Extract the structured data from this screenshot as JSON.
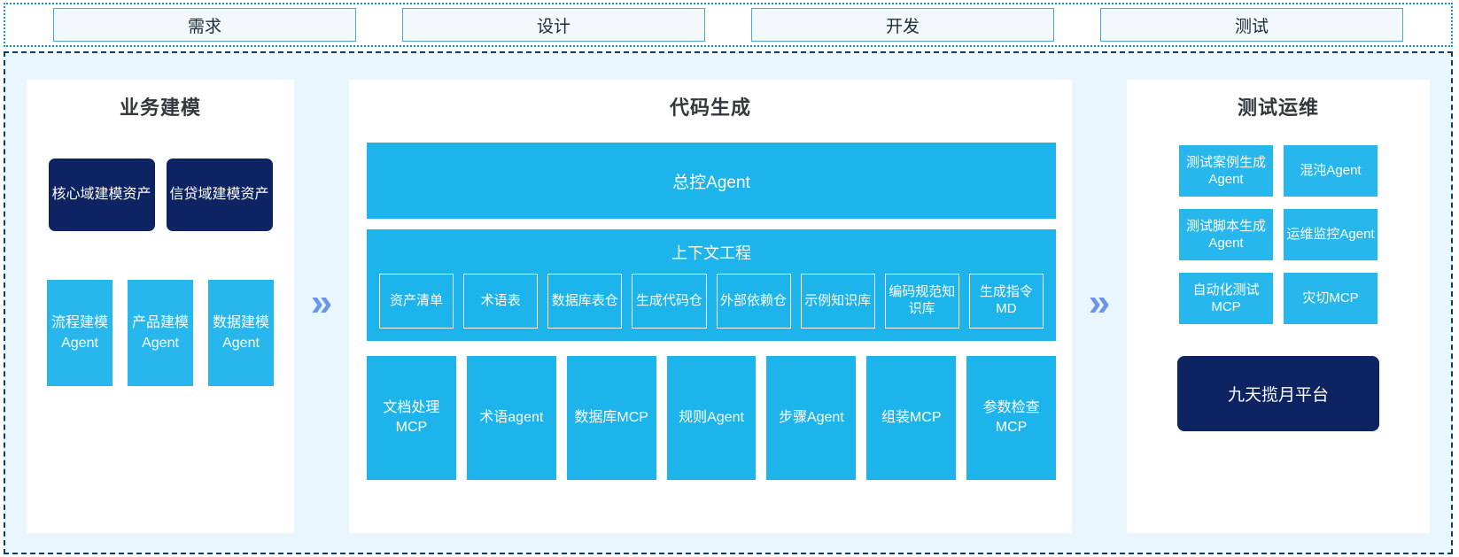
{
  "phases": [
    {
      "label": "需求"
    },
    {
      "label": "设计"
    },
    {
      "label": "开发"
    },
    {
      "label": "测试"
    }
  ],
  "separators": {
    "arrow_glyph": "»"
  },
  "business_modeling": {
    "title": "业务建模",
    "assets": [
      {
        "label": "核心域建模资产"
      },
      {
        "label": "信贷域建模资产"
      }
    ],
    "agents": [
      {
        "label": "流程建模Agent"
      },
      {
        "label": "产品建模Agent"
      },
      {
        "label": "数据建模Agent"
      }
    ]
  },
  "code_generation": {
    "title": "代码生成",
    "master_agent": "总控Agent",
    "context_engineering": {
      "title": "上下文工程",
      "items": [
        {
          "label": "资产清单"
        },
        {
          "label": "术语表"
        },
        {
          "label": "数据库表仓"
        },
        {
          "label": "生成代码仓"
        },
        {
          "label": "外部依赖仓"
        },
        {
          "label": "示例知识库"
        },
        {
          "label": "编码规范知识库"
        },
        {
          "label": "生成指令MD"
        }
      ]
    },
    "tools": [
      {
        "label": "文档处理MCP"
      },
      {
        "label": "术语agent"
      },
      {
        "label": "数据库MCP"
      },
      {
        "label": "规则Agent"
      },
      {
        "label": "步骤Agent"
      },
      {
        "label": "组装MCP"
      },
      {
        "label": "参数检查MCP"
      }
    ]
  },
  "test_operations": {
    "title": "测试运维",
    "items": [
      {
        "label": "测试案例生成Agent"
      },
      {
        "label": "混沌Agent"
      },
      {
        "label": "测试脚本生成Agent"
      },
      {
        "label": "运维监控Agent"
      },
      {
        "label": "自动化测试MCP"
      },
      {
        "label": "灾切MCP"
      }
    ],
    "platform": "九天揽月平台"
  },
  "colors": {
    "navy": "#0d2362",
    "cyan": "#1db4ec",
    "cyan_light": "#27b7ec",
    "background": "#e9f6fd",
    "arrow": "#6b95ea",
    "phase_border": "#4aa8d8"
  }
}
